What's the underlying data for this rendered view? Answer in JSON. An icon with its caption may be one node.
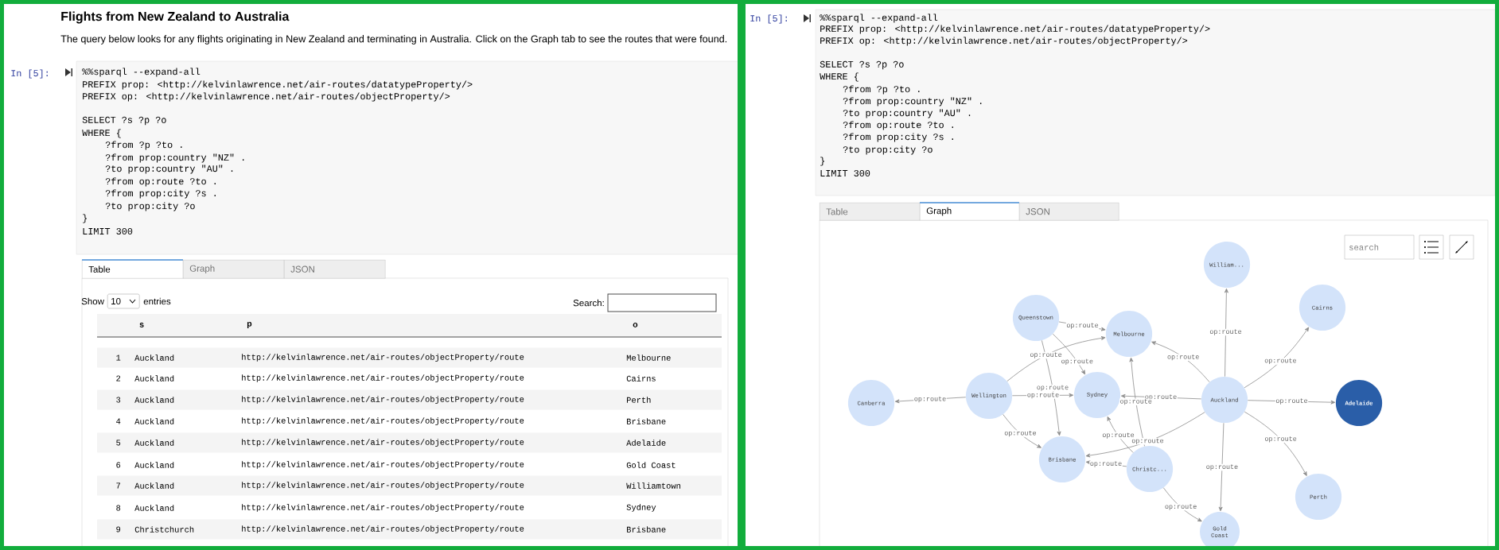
{
  "diagram": {
    "title": "Flights from New Zealand to Australia",
    "nodes": [
      {
        "text": [
          "William..."
        ]
      },
      {
        "text": [
          "Cairns"
        ]
      },
      {
        "text": [
          "Queenstown"
        ]
      },
      {
        "text": [
          "Melbourne"
        ]
      },
      {
        "text": [
          "Wellington"
        ]
      },
      {
        "text": [
          "Sydney"
        ]
      },
      {
        "text": [
          "Auckland"
        ]
      },
      {
        "text": [
          "Canberra"
        ]
      },
      {
        "text": [
          "Adelaide"
        ]
      },
      {
        "text": [
          "Brisbane"
        ]
      },
      {
        "text": [
          "Christc..."
        ]
      },
      {
        "text": [
          "Perth"
        ]
      },
      {
        "text": [
          "Gold Coast"
        ]
      }
    ],
    "edges": [
      {
        "from": 6,
        "to": 0,
        "arrow": "to",
        "label": "op:route"
      },
      {
        "from": 6,
        "to": 1,
        "arrow": "to",
        "label": "op:route"
      },
      {
        "from": 6,
        "to": 3,
        "arrow": "to",
        "label": "op:route"
      },
      {
        "from": 6,
        "to": 5,
        "arrow": "to",
        "label": "op:route"
      },
      {
        "from": 6,
        "to": 8,
        "arrow": "to",
        "label": "op:route"
      },
      {
        "from": 6,
        "to": 11,
        "arrow": "to",
        "label": "op:route"
      },
      {
        "from": 6,
        "to": 12,
        "arrow": "to",
        "label": "op:route"
      },
      {
        "from": 6,
        "to": 9,
        "arrow": "to",
        "label": "op:route"
      },
      {
        "from": 4,
        "to": 7,
        "arrow": "to",
        "label": "op:route"
      },
      {
        "from": 4,
        "to": 3,
        "arrow": "to",
        "label": "op:route"
      },
      {
        "from": 4,
        "to": 5,
        "arrow": "to",
        "label": "op:route"
      },
      {
        "from": 4,
        "to": 9,
        "arrow": "to",
        "label": "op:route"
      },
      {
        "from": 2,
        "to": 3,
        "arrow": "to",
        "label": "op:route"
      },
      {
        "from": 2,
        "to": 5,
        "arrow": "to",
        "label": "op:route"
      },
      {
        "from": 2,
        "to": 9,
        "arrow": "to",
        "label": "op:route"
      },
      {
        "from": 10,
        "to": 3,
        "arrow": "to",
        "label": "op:route"
      },
      {
        "from": 10,
        "to": 5,
        "arrow": "to",
        "label": "op:route"
      },
      {
        "from": 10,
        "to": 9,
        "arrow": "to",
        "label": "op:route"
      },
      {
        "from": 10,
        "to": 12,
        "arrow": "to",
        "label": "op:route"
      }
    ],
    "labels": [
      "The query below looks for any flights originating in New Zealand and terminating in Australia. Click on the Graph tab to see the routes that were found.",
      "In [5]:",
      "%%sparql --expand-all",
      "PREFIX prop: <http://kelvinlawrence.net/air-routes/datatypeProperty/>",
      "PREFIX op: <http://kelvinlawrence.net/air-routes/objectProperty/>",
      "SELECT ?s ?p ?o",
      "WHERE {",
      "?from ?p ?to .",
      "?from prop:country \"NZ\" .",
      "?to prop:country \"AU\" .",
      "?from op:route ?to .",
      "?from prop:city ?s .",
      "?to prop:city ?o",
      "}",
      "LIMIT 300",
      "Table",
      "Graph",
      "JSON",
      "Show",
      "10",
      "entries",
      "Search:",
      "s",
      "p",
      "o",
      "1",
      "Auckland",
      "http://kelvinlawrence.net/air-routes/objectProperty/route",
      "Melbourne",
      "2",
      "Auckland",
      "http://kelvinlawrence.net/air-routes/objectProperty/route",
      "Cairns",
      "3",
      "Auckland",
      "http://kelvinlawrence.net/air-routes/objectProperty/route",
      "Perth",
      "4",
      "Auckland",
      "http://kelvinlawrence.net/air-routes/objectProperty/route",
      "Brisbane",
      "5",
      "Auckland",
      "http://kelvinlawrence.net/air-routes/objectProperty/route",
      "Adelaide",
      "6",
      "Auckland",
      "http://kelvinlawrence.net/air-routes/objectProperty/route",
      "Gold Coast",
      "7",
      "Auckland",
      "http://kelvinlawrence.net/air-routes/objectProperty/route",
      "Williamtown",
      "8",
      "Auckland",
      "http://kelvinlawrence.net/air-routes/objectProperty/route",
      "Sydney",
      "9",
      "Christchurch",
      "http://kelvinlawrence.net/air-routes/objectProperty/route",
      "Brisbane",
      "In [5]:",
      "%%sparql --expand-all",
      "PREFIX prop: <http://kelvinlawrence.net/air-routes/datatypeProperty/>",
      "PREFIX op: <http://kelvinlawrence.net/air-routes/objectProperty/>",
      "SELECT ?s ?p ?o",
      "WHERE {",
      "?from ?p ?to .",
      "?from prop:country \"NZ\" .",
      "?to prop:country \"AU\" .",
      "?from op:route ?to .",
      "?from prop:city ?s .",
      "?to prop:city ?o",
      "}",
      "LIMIT 300",
      "Table",
      "Graph",
      "JSON",
      "search"
    ]
  }
}
